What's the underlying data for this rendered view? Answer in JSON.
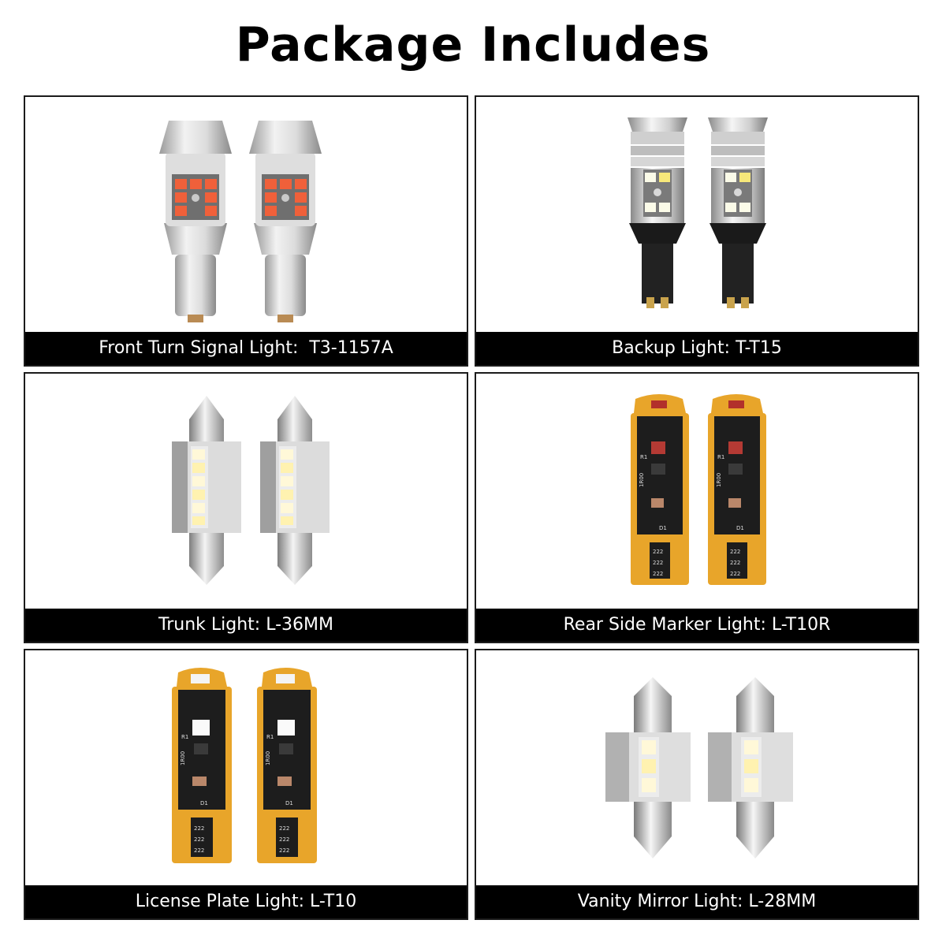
{
  "page": {
    "title": "Package Includes"
  },
  "items": [
    {
      "caption": "Front Turn Signal Light:  T3-1157A",
      "icon": "amber-1157-bulb-icon"
    },
    {
      "caption": "Backup Light: T-T15",
      "icon": "t15-wedge-bulb-icon"
    },
    {
      "caption": "Trunk Light: L-36MM",
      "icon": "festoon-36mm-bulb-icon"
    },
    {
      "caption": "Rear Side Marker Light: L-T10R",
      "icon": "t10-red-pcb-bulb-icon",
      "pcb_text": [
        "R1",
        "1R00",
        "D1",
        "222"
      ]
    },
    {
      "caption": "License Plate Light: L-T10",
      "icon": "t10-white-pcb-bulb-icon",
      "pcb_text": [
        "R1",
        "1R00",
        "D1",
        "222"
      ]
    },
    {
      "caption": "Vanity Mirror Light: L-28MM",
      "icon": "festoon-28mm-bulb-icon"
    }
  ],
  "colors": {
    "caption_bg": "#000000",
    "caption_text": "#ffffff",
    "pcb_gold": "#e8a52a",
    "amber_led": "#f0603a"
  }
}
